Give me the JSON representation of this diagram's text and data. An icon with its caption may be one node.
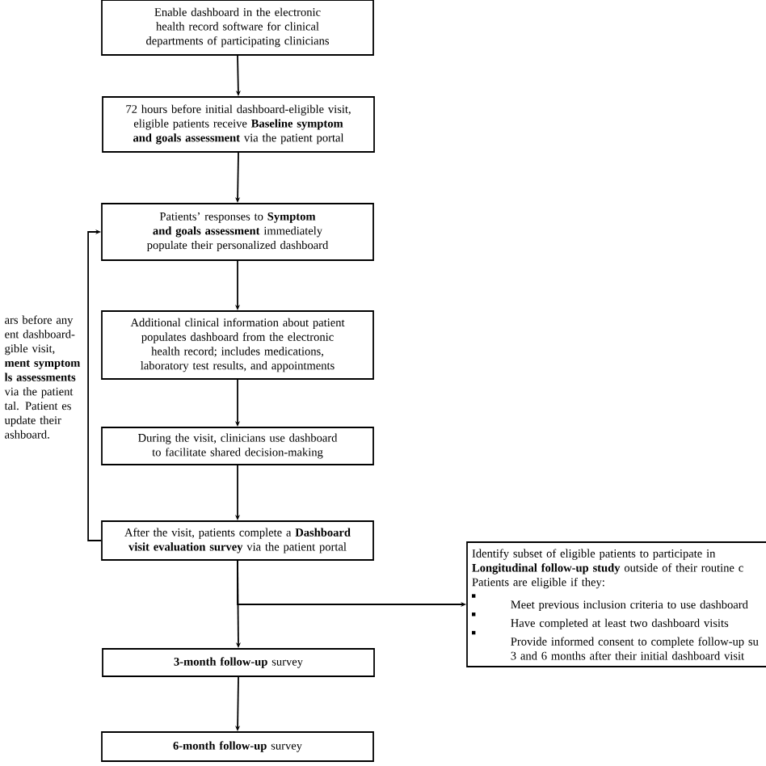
{
  "diagram": {
    "nodes": [
      {
        "text": [
          "Enable dashboard in the electronic health record software for clinical departments of participating clinicians"
        ]
      },
      {
        "text": [
          "72 hours before initial dashboard-eligible visit, eligible patients receive **Baseline symptom and goals assessment** via the patient portal"
        ]
      },
      {
        "text": [
          "Patients’ responses to **Symptom and goals assessment** immediately populate their personalized dashboard"
        ]
      },
      {
        "text": [
          "Additional clinical information about patient populates dashboard from the electronic health record; includes medications, laboratory test results, and appointments"
        ]
      },
      {
        "text": [
          "During the visit, clinicians use dashboard to facilitate shared decision-making"
        ]
      },
      {
        "text": [
          "After the visit, patients complete a **Dashboard visit evaluation survey** via the patient portal"
        ]
      },
      {
        "text": [
          "Identify subset of eligible patients to participate in **Longitudinal follow-up study** outside of their routine c",
          "Patients are eligible if they:",
          "Meet previous inclusion criteria to use dashboard",
          "Have completed at least two dashboard visits",
          "Provide informed consent to complete follow-up su 3 and 6 months after their initial dashboard visit"
        ]
      },
      {
        "text": [
          "**3-month follow-up** survey"
        ]
      },
      {
        "text": [
          "**6-month follow-up** survey"
        ]
      }
    ],
    "edges": [
      {
        "from": 0,
        "to": 1,
        "arrow": "to"
      },
      {
        "from": 1,
        "to": 2,
        "arrow": "to"
      },
      {
        "from": 2,
        "to": 3,
        "arrow": "to"
      },
      {
        "from": 3,
        "to": 4,
        "arrow": "to"
      },
      {
        "from": 4,
        "to": 5,
        "arrow": "to"
      },
      {
        "from": 5,
        "to": 2,
        "arrow": "to"
      },
      {
        "from": 5,
        "to": 7,
        "arrow": "to"
      },
      {
        "from": 5,
        "to": 6,
        "arrow": "to"
      },
      {
        "from": 7,
        "to": 8,
        "arrow": "to"
      }
    ],
    "labels": [
      "ars before any ent dashboard- gible visit, **ment symptom ls assessments** via the patient tal. Patient es update their ashboard."
    ]
  }
}
